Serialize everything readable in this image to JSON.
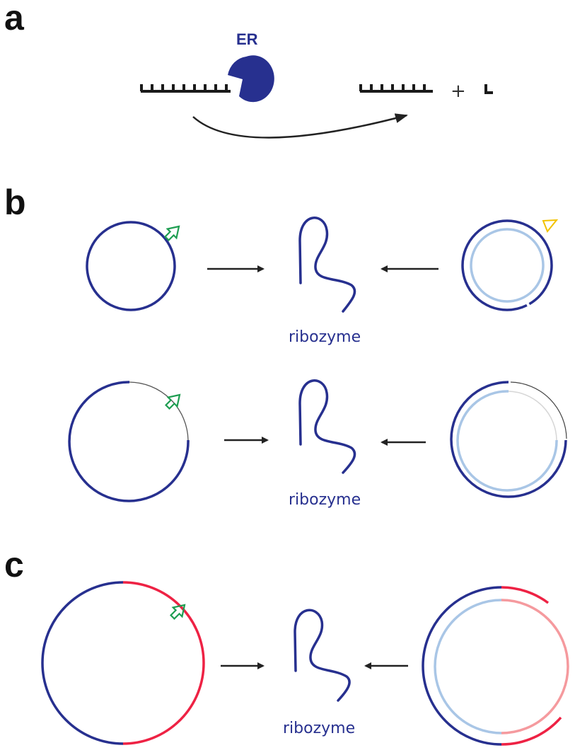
{
  "colors": {
    "navy": "#27308f",
    "light_blue": "#a9c6e6",
    "red": "#ee2244",
    "pink": "#f59a9e",
    "gray_arc": "#555555",
    "light_gray_arc": "#d6d6d6",
    "green_arrow": "#1f9e52",
    "yellow_marker": "#f2c200",
    "arrow_black": "#222222"
  },
  "icons": [
    "cleavage-site-arrow-icon",
    "yellow-triangle-icon",
    "enzyme-pacman-icon"
  ],
  "panels": {
    "a": {
      "letter": "a",
      "enzyme_label": "ER",
      "plus": "+"
    },
    "b": {
      "letter": "b",
      "row1": {
        "product_label": "ribozyme"
      },
      "row2": {
        "product_label": "ribozyme"
      }
    },
    "c": {
      "letter": "c",
      "product_label": "ribozyme"
    }
  }
}
